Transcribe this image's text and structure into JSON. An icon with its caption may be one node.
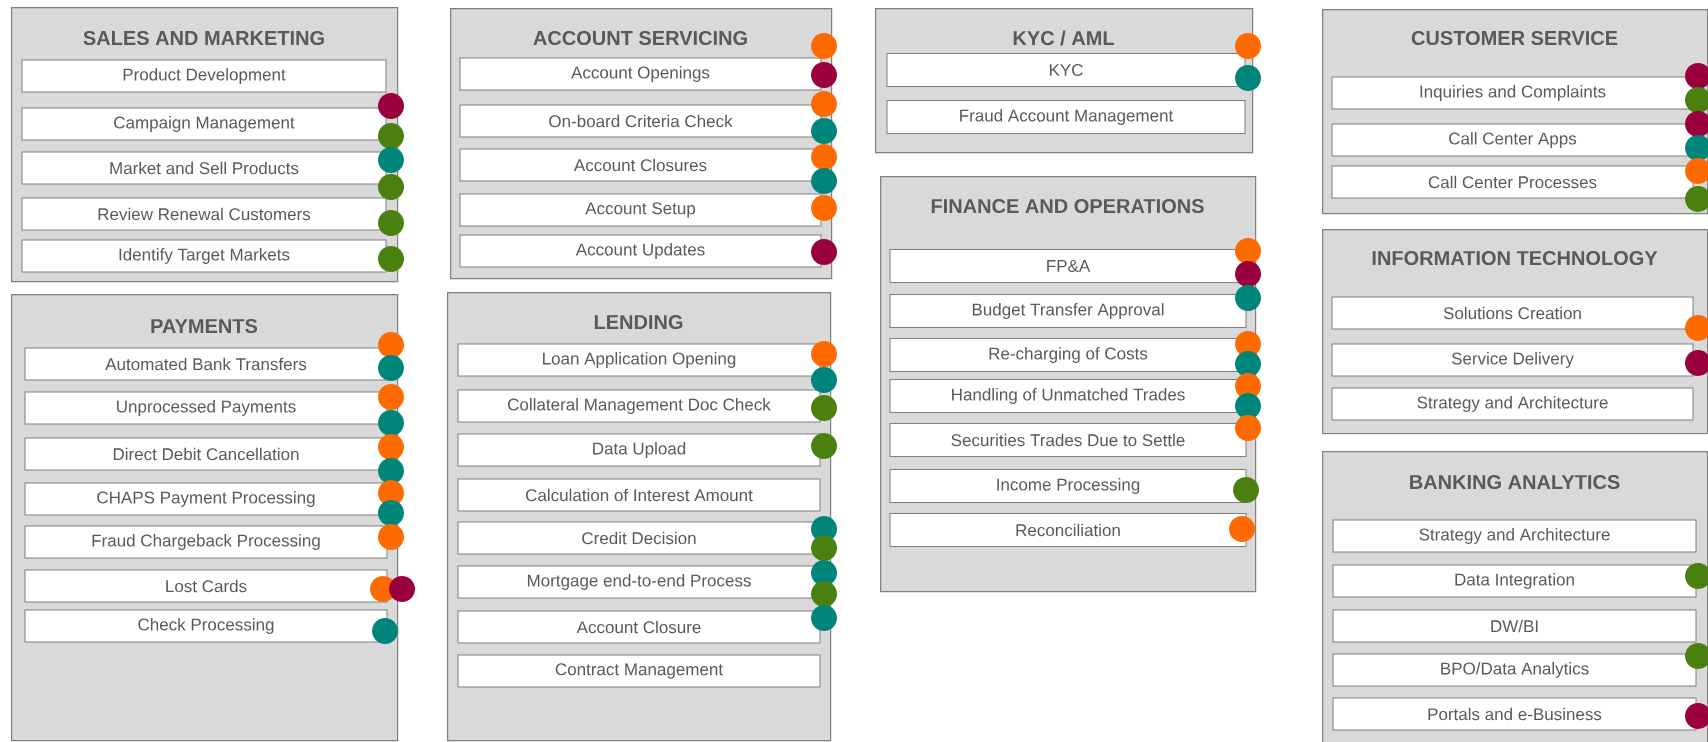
{
  "diagram": {
    "nodes": [
      {
        "text": [
          "SALES AND MARKETING"
        ]
      },
      {
        "text": [
          "Product Development"
        ],
        "in": 0
      },
      {
        "text": [
          "Campaign Management"
        ],
        "in": 0
      },
      {
        "text": [
          "Market and Sell Products"
        ],
        "in": 0
      },
      {
        "text": [
          "Review Renewal Customers"
        ],
        "in": 0
      },
      {
        "text": [
          "Identify Target Markets"
        ],
        "in": 0
      },
      {
        "text": [],
        "shape": "circle"
      },
      {
        "text": [],
        "shape": "circle"
      },
      {
        "text": [],
        "shape": "circle"
      },
      {
        "text": [],
        "shape": "circle"
      },
      {
        "text": [],
        "shape": "circle"
      },
      {
        "text": [],
        "shape": "circle"
      },
      {
        "text": [
          "ACCOUNT SERVICING"
        ]
      },
      {
        "text": [
          "Account Openings"
        ],
        "in": 12
      },
      {
        "text": [
          "On-board Criteria Check"
        ],
        "in": 12
      },
      {
        "text": [
          "Account Closures"
        ],
        "in": 12
      },
      {
        "text": [
          "Account Setup"
        ],
        "in": 12
      },
      {
        "text": [
          "Account Updates"
        ],
        "in": 12
      },
      {
        "text": [],
        "shape": "circle"
      },
      {
        "text": [],
        "shape": "circle"
      },
      {
        "text": [],
        "shape": "circle"
      },
      {
        "text": [],
        "shape": "circle"
      },
      {
        "text": [],
        "shape": "circle"
      },
      {
        "text": [],
        "shape": "circle"
      },
      {
        "text": [],
        "shape": "circle"
      },
      {
        "text": [],
        "shape": "circle"
      },
      {
        "text": [
          "KYC / AML"
        ]
      },
      {
        "text": [
          "KYC"
        ],
        "in": 26
      },
      {
        "text": [
          "Fraud Account Management"
        ],
        "in": 26
      },
      {
        "text": [],
        "shape": "circle"
      },
      {
        "text": [],
        "shape": "circle"
      },
      {
        "text": [
          "CUSTOMER SERVICE"
        ]
      },
      {
        "text": [
          "Inquiries and Complaints"
        ],
        "in": 31
      },
      {
        "text": [
          "Call Center Apps"
        ],
        "in": 31
      },
      {
        "text": [
          "Call Center Processes"
        ],
        "in": 31
      },
      {
        "text": [],
        "shape": "circle"
      },
      {
        "text": [],
        "shape": "circle"
      },
      {
        "text": [],
        "shape": "circle"
      },
      {
        "text": [],
        "shape": "circle"
      },
      {
        "text": [],
        "shape": "circle"
      },
      {
        "text": [],
        "shape": "circle"
      },
      {
        "text": [
          "PAYMENTS"
        ]
      },
      {
        "text": [
          "Automated Bank Transfers"
        ],
        "in": 41
      },
      {
        "text": [
          "Unprocessed Payments"
        ],
        "in": 41
      },
      {
        "text": [
          "Direct Debit Cancellation"
        ],
        "in": 41
      },
      {
        "text": [
          "CHAPS Payment Processing"
        ],
        "in": 41
      },
      {
        "text": [
          "Fraud Chargeback Processing"
        ],
        "in": 41
      },
      {
        "text": [
          "Lost Cards"
        ],
        "in": 41
      },
      {
        "text": [
          "Check Processing"
        ],
        "in": 41
      },
      {
        "text": [],
        "shape": "circle"
      },
      {
        "text": [],
        "shape": "circle"
      },
      {
        "text": [],
        "shape": "circle"
      },
      {
        "text": [],
        "shape": "circle"
      },
      {
        "text": [],
        "shape": "circle"
      },
      {
        "text": [],
        "shape": "circle"
      },
      {
        "text": [],
        "shape": "circle"
      },
      {
        "text": [],
        "shape": "circle"
      },
      {
        "text": [],
        "shape": "circle"
      },
      {
        "text": [],
        "shape": "circle",
        "in": 41
      },
      {
        "text": [],
        "shape": "circle"
      },
      {
        "text": [],
        "shape": "circle",
        "in": 41
      },
      {
        "text": [
          "LENDING"
        ]
      },
      {
        "text": [
          "Loan Application Opening"
        ],
        "in": 61
      },
      {
        "text": [
          "Collateral Management Doc Check"
        ],
        "in": 61
      },
      {
        "text": [
          "Data Upload"
        ],
        "in": 61
      },
      {
        "text": [
          "Calculation of Interest Amount"
        ],
        "in": 61
      },
      {
        "text": [
          "Credit Decision"
        ],
        "in": 61
      },
      {
        "text": [
          "Mortgage end-to-end Process"
        ],
        "in": 61
      },
      {
        "text": [
          "Account Closure"
        ],
        "in": 61
      },
      {
        "text": [
          "Contract Management"
        ],
        "in": 61
      },
      {
        "text": [],
        "shape": "circle"
      },
      {
        "text": [],
        "shape": "circle"
      },
      {
        "text": [],
        "shape": "circle"
      },
      {
        "text": [],
        "shape": "circle"
      },
      {
        "text": [],
        "shape": "circle"
      },
      {
        "text": [],
        "shape": "circle"
      },
      {
        "text": [],
        "shape": "circle"
      },
      {
        "text": [],
        "shape": "circle"
      },
      {
        "text": [],
        "shape": "circle"
      },
      {
        "text": [
          "FINANCE AND OPERATIONS"
        ]
      },
      {
        "text": [
          "FP&A"
        ],
        "in": 79
      },
      {
        "text": [
          "Budget Transfer Approval"
        ],
        "in": 79
      },
      {
        "text": [
          "Re-charging of Costs"
        ],
        "in": 79
      },
      {
        "text": [
          "Handling of Unmatched Trades"
        ],
        "in": 79
      },
      {
        "text": [
          "Securities Trades Due to Settle"
        ],
        "in": 79
      },
      {
        "text": [
          "Income Processing"
        ],
        "in": 79
      },
      {
        "text": [
          "Reconciliation"
        ],
        "in": 79
      },
      {
        "text": [],
        "shape": "circle"
      },
      {
        "text": [],
        "shape": "circle"
      },
      {
        "text": [],
        "shape": "circle"
      },
      {
        "text": [],
        "shape": "circle"
      },
      {
        "text": [],
        "shape": "circle"
      },
      {
        "text": [],
        "shape": "circle"
      },
      {
        "text": [],
        "shape": "circle"
      },
      {
        "text": [],
        "shape": "circle"
      },
      {
        "text": [],
        "shape": "circle"
      },
      {
        "text": [],
        "shape": "circle",
        "in": 79
      },
      {
        "text": [
          "INFORMATION TECHNOLOGY"
        ]
      },
      {
        "text": [
          "Solutions Creation"
        ],
        "in": 97
      },
      {
        "text": [
          "Service Delivery"
        ],
        "in": 97
      },
      {
        "text": [
          "Strategy and Architecture"
        ],
        "in": 97
      },
      {
        "text": [],
        "shape": "circle"
      },
      {
        "text": [],
        "shape": "circle"
      },
      {
        "text": [
          "BANKING ANALYTICS"
        ]
      },
      {
        "text": [
          "Strategy and Architecture"
        ],
        "in": 103
      },
      {
        "text": [
          "Data Integration"
        ],
        "in": 103
      },
      {
        "text": [
          "DW/BI"
        ],
        "in": 103
      },
      {
        "text": [
          "BPO/Data Analytics"
        ],
        "in": 103
      },
      {
        "text": [
          "Portals and e-Business"
        ],
        "in": 103
      },
      {
        "text": [],
        "shape": "circle"
      },
      {
        "text": [],
        "shape": "circle"
      },
      {
        "text": [],
        "shape": "circle"
      }
    ]
  }
}
